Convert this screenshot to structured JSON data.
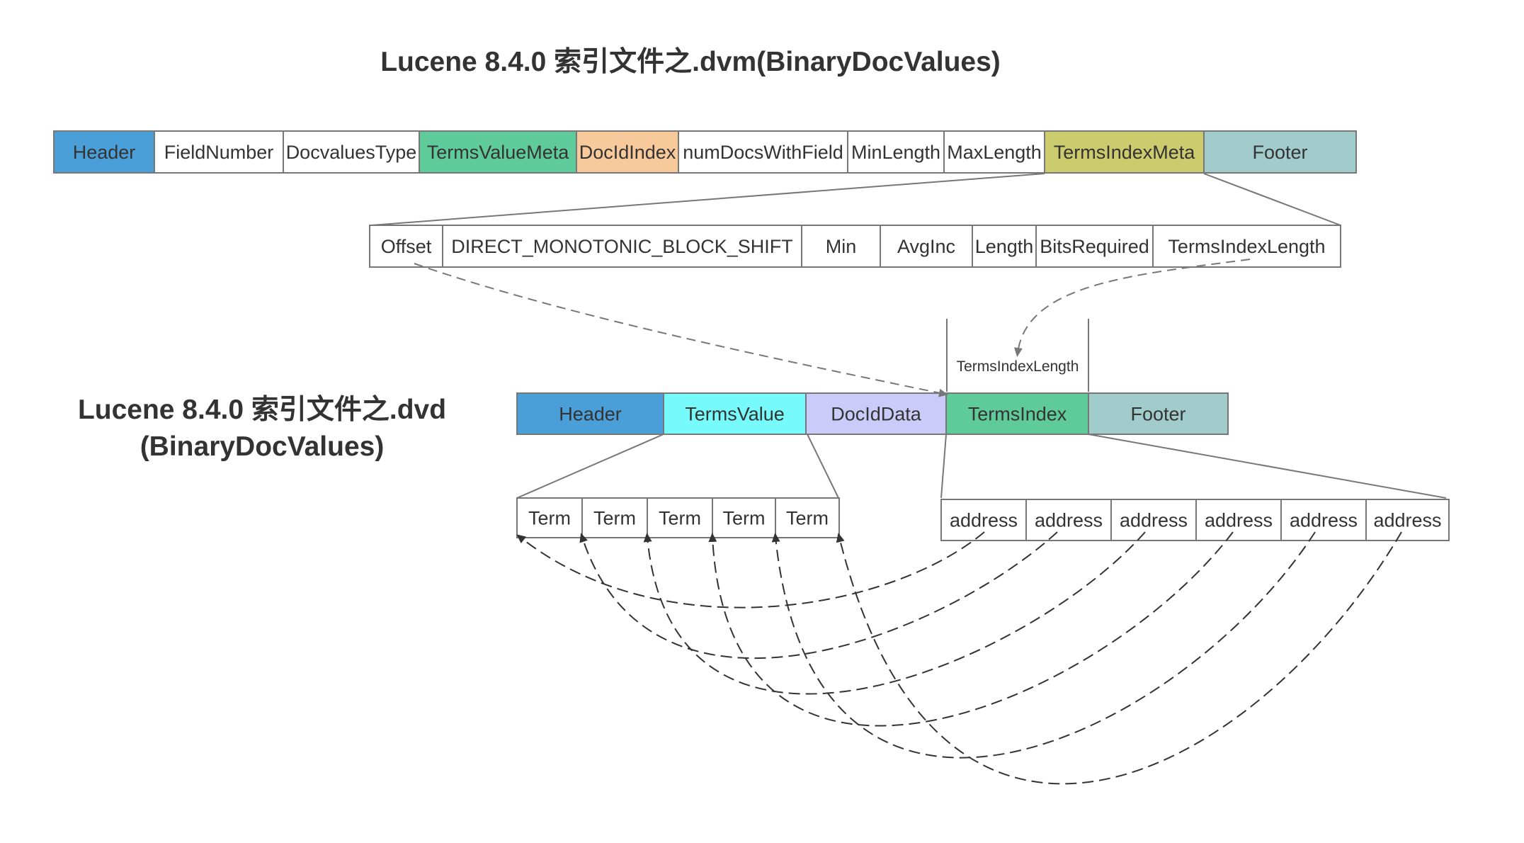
{
  "dvm": {
    "title": "Lucene 8.4.0 索引文件之.dvm(BinaryDocValues)",
    "cells": [
      {
        "label": "Header",
        "color": "#4a9fd8"
      },
      {
        "label": "FieldNumber",
        "color": "#ffffff"
      },
      {
        "label": "DocvaluesType",
        "color": "#ffffff"
      },
      {
        "label": "TermsValueMeta",
        "color": "#5fcb9a"
      },
      {
        "label": "DocIdIndex",
        "color": "#f8c99a"
      },
      {
        "label": "numDocsWithField",
        "color": "#ffffff"
      },
      {
        "label": "MinLength",
        "color": "#ffffff"
      },
      {
        "label": "MaxLength",
        "color": "#ffffff"
      },
      {
        "label": "TermsIndexMeta",
        "color": "#cccc6e"
      },
      {
        "label": "Footer",
        "color": "#a2cccb"
      }
    ]
  },
  "terms_index_meta": {
    "cells": [
      {
        "label": "Offset"
      },
      {
        "label": "DIRECT_MONOTONIC_BLOCK_SHIFT"
      },
      {
        "label": "Min"
      },
      {
        "label": "AvgInc"
      },
      {
        "label": "Length"
      },
      {
        "label": "BitsRequired"
      },
      {
        "label": "TermsIndexLength"
      }
    ]
  },
  "dvd": {
    "title_line1": "Lucene 8.4.0 索引文件之.dvd",
    "title_line2": "(BinaryDocValues)",
    "cells": [
      {
        "label": "Header",
        "color": "#4a9fd8"
      },
      {
        "label": "TermsValue",
        "color": "#77fafa"
      },
      {
        "label": "DocIdData",
        "color": "#cbcbfa"
      },
      {
        "label": "TermsIndex",
        "color": "#5fcb9a"
      },
      {
        "label": "Footer",
        "color": "#a2cccb"
      }
    ],
    "span_label": "TermsIndexLength"
  },
  "terms": {
    "cells": [
      "Term",
      "Term",
      "Term",
      "Term",
      "Term"
    ]
  },
  "addresses": {
    "cells": [
      "address",
      "address",
      "address",
      "address",
      "address",
      "address"
    ]
  }
}
